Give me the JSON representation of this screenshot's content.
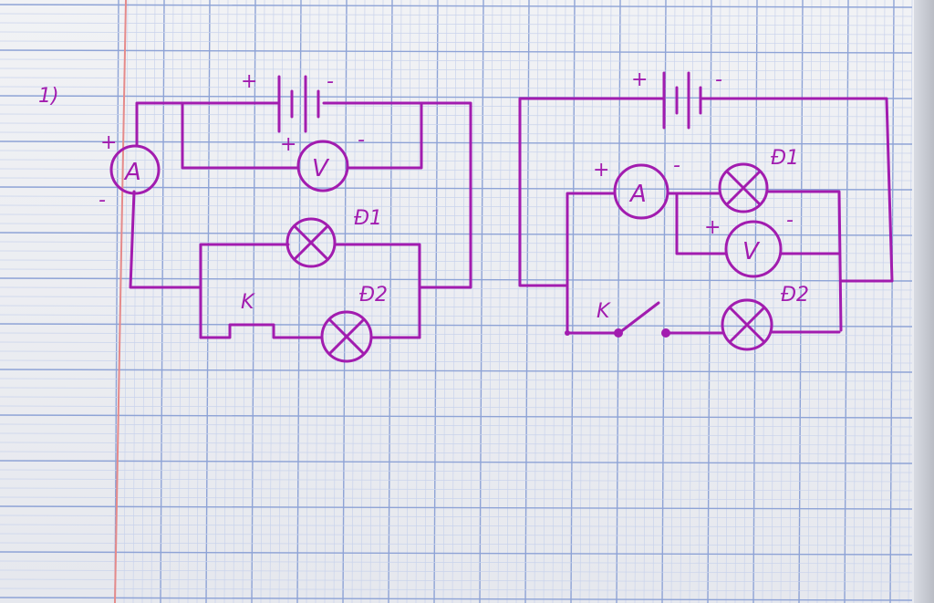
{
  "colors": {
    "ink": "#a21caf",
    "grid_major": "#8ea3d6",
    "grid_minor": "#c9d3ec",
    "margin_line": "#e58a8a",
    "paper": "#eef0f4"
  },
  "problem_number": "1)",
  "circuit_1": {
    "battery_plus": "+",
    "battery_minus": "-",
    "ammeter_label": "A",
    "ammeter_plus": "+",
    "ammeter_minus": "-",
    "voltmeter_label": "V",
    "voltmeter_plus": "+",
    "voltmeter_minus": "-",
    "lamp1_label": "Đ1",
    "lamp2_label": "Đ2",
    "switch_label": "K"
  },
  "circuit_2": {
    "battery_plus": "+",
    "battery_minus": "-",
    "ammeter_label": "A",
    "ammeter_plus": "+",
    "ammeter_minus": "-",
    "voltmeter_label": "V",
    "voltmeter_plus": "+",
    "voltmeter_minus": "-",
    "lamp1_label": "Đ1",
    "lamp2_label": "Đ2",
    "switch_label": "K"
  }
}
